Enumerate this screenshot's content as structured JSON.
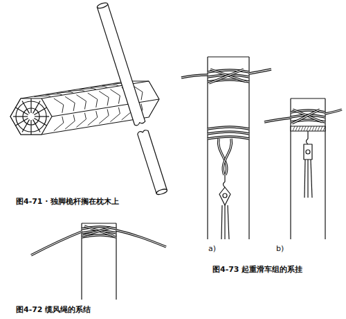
{
  "diagram": {
    "labels": [
      "图4-71 · 独脚桅杆搁在枕木上",
      "图4-72 缆风绳的系结",
      "图4-73 起重滑车组的系挂",
      "a)",
      "b)"
    ]
  }
}
